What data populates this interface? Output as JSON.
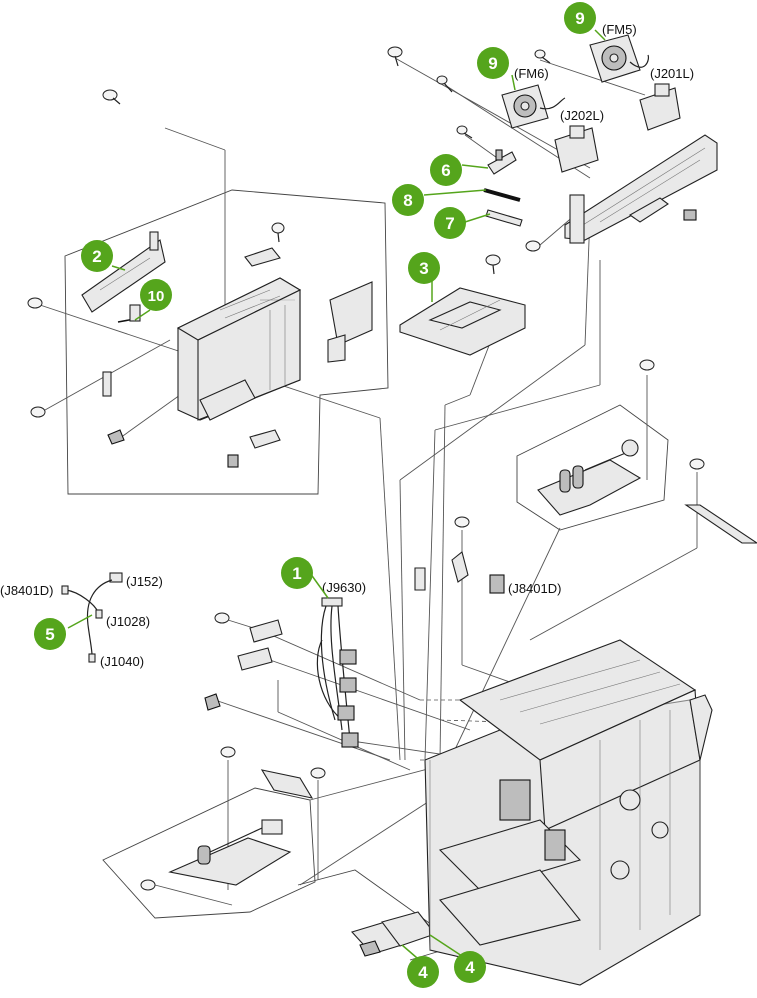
{
  "diagram": {
    "accent_color": "#55a51c",
    "callouts": [
      {
        "id": "1",
        "label": "1"
      },
      {
        "id": "2",
        "label": "2"
      },
      {
        "id": "3",
        "label": "3"
      },
      {
        "id": "4a",
        "label": "4"
      },
      {
        "id": "4b",
        "label": "4"
      },
      {
        "id": "5",
        "label": "5"
      },
      {
        "id": "6",
        "label": "6"
      },
      {
        "id": "7",
        "label": "7"
      },
      {
        "id": "8",
        "label": "8"
      },
      {
        "id": "9a",
        "label": "9"
      },
      {
        "id": "9b",
        "label": "9"
      },
      {
        "id": "10",
        "label": "10"
      }
    ],
    "connector_labels": {
      "fm5": "(FM5)",
      "fm6": "(FM6)",
      "j201l": "(J201L)",
      "j202l": "(J202L)",
      "j9630": "(J9630)",
      "j8401d_right": "(J8401D)",
      "j8401d_left": "(J8401D)",
      "j152": "(J152)",
      "j1028": "(J1028)",
      "j1040": "(J1040)"
    }
  }
}
